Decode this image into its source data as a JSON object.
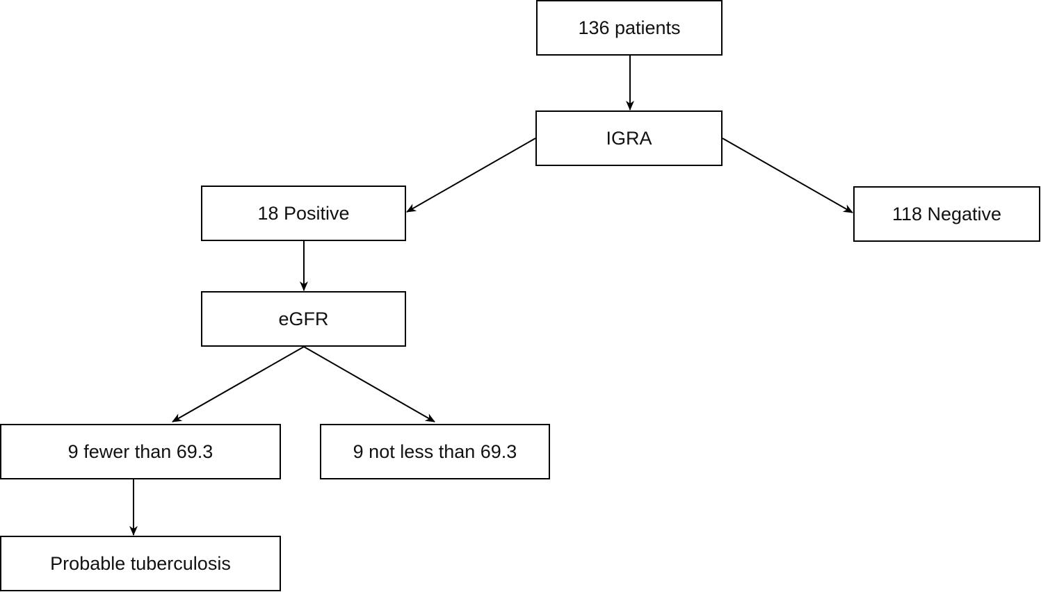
{
  "diagram": {
    "type": "flowchart",
    "colors": {
      "stroke": "#000000",
      "text": "#111111",
      "background": "#ffffff"
    },
    "nodes": {
      "patients": "136 patients",
      "igra": "IGRA",
      "positive": "18 Positive",
      "negative": "118 Negative",
      "egfr": "eGFR",
      "fewer": "9 fewer than 69.3",
      "notless": "9 not less than 69.3",
      "probable": "Probable tuberculosis"
    },
    "edges": [
      {
        "from": "patients",
        "to": "igra"
      },
      {
        "from": "igra",
        "to": "positive"
      },
      {
        "from": "igra",
        "to": "negative"
      },
      {
        "from": "positive",
        "to": "egfr"
      },
      {
        "from": "egfr",
        "to": "fewer"
      },
      {
        "from": "egfr",
        "to": "notless"
      },
      {
        "from": "fewer",
        "to": "probable"
      }
    ]
  }
}
